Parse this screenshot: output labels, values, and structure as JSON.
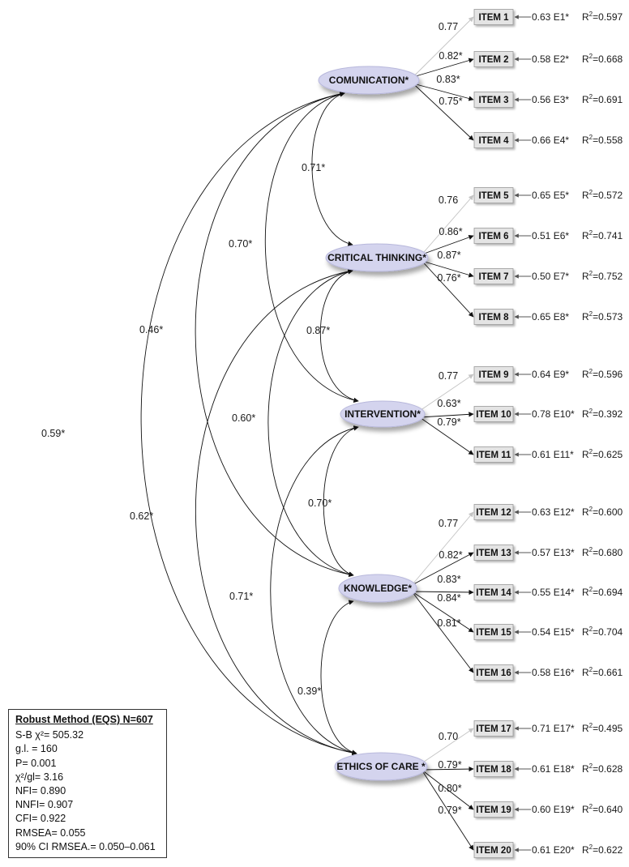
{
  "latents": [
    {
      "name": "COMUNICATION*"
    },
    {
      "name": "CRITICAL THINKING*"
    },
    {
      "name": "INTERVENTION*"
    },
    {
      "name": "KNOWLEDGE*"
    },
    {
      "name": "ETHICS OF CARE *"
    }
  ],
  "items": [
    {
      "label": "ITEM 1",
      "factor": 0,
      "loading": "0.77",
      "error": "0.63 E1*",
      "r2": "0.597",
      "fixed": true
    },
    {
      "label": "ITEM 2",
      "factor": 0,
      "loading": "0.82*",
      "error": "0.58 E2*",
      "r2": "0.668",
      "fixed": false
    },
    {
      "label": "ITEM 3",
      "factor": 0,
      "loading": "0.83*",
      "error": "0.56 E3*",
      "r2": "0.691",
      "fixed": false
    },
    {
      "label": "ITEM 4",
      "factor": 0,
      "loading": "0.75*",
      "error": "0.66 E4*",
      "r2": "0.558",
      "fixed": false
    },
    {
      "label": "ITEM 5",
      "factor": 1,
      "loading": "0.76",
      "error": "0.65 E5*",
      "r2": "0.572",
      "fixed": true
    },
    {
      "label": "ITEM 6",
      "factor": 1,
      "loading": "0.86*",
      "error": "0.51 E6*",
      "r2": "0.741",
      "fixed": false
    },
    {
      "label": "ITEM 7",
      "factor": 1,
      "loading": "0.87*",
      "error": "0.50 E7*",
      "r2": "0.752",
      "fixed": false
    },
    {
      "label": "ITEM 8",
      "factor": 1,
      "loading": "0.76*",
      "error": "0.65 E8*",
      "r2": "0.573",
      "fixed": false
    },
    {
      "label": "ITEM 9",
      "factor": 2,
      "loading": "0.77",
      "error": "0.64 E9*",
      "r2": "0.596",
      "fixed": true
    },
    {
      "label": "ITEM 10",
      "factor": 2,
      "loading": "0.63*",
      "error": "0.78 E10*",
      "r2": "0.392",
      "fixed": false
    },
    {
      "label": "ITEM 11",
      "factor": 2,
      "loading": "0.79*",
      "error": "0.61 E11*",
      "r2": "0.625",
      "fixed": false
    },
    {
      "label": "ITEM 12",
      "factor": 3,
      "loading": "0.77",
      "error": "0.63 E12*",
      "r2": "0.600",
      "fixed": true
    },
    {
      "label": "ITEM 13",
      "factor": 3,
      "loading": "0.82*",
      "error": "0.57 E13*",
      "r2": "0.680",
      "fixed": false
    },
    {
      "label": "ITEM 14",
      "factor": 3,
      "loading": "0.83*",
      "error": "0.55 E14*",
      "r2": "0.694",
      "fixed": false
    },
    {
      "label": "ITEM 15",
      "factor": 3,
      "loading": "0.84*",
      "error": "0.54 E15*",
      "r2": "0.704",
      "fixed": false
    },
    {
      "label": "ITEM 16",
      "factor": 3,
      "loading": "0.81*",
      "error": "0.58 E16*",
      "r2": "0.661",
      "fixed": false
    },
    {
      "label": "ITEM 17",
      "factor": 4,
      "loading": "0.70",
      "error": "0.71 E17*",
      "r2": "0.495",
      "fixed": true
    },
    {
      "label": "ITEM 18",
      "factor": 4,
      "loading": "0.79*",
      "error": "0.61 E18*",
      "r2": "0.628",
      "fixed": false
    },
    {
      "label": "ITEM 19",
      "factor": 4,
      "loading": "0.80*",
      "error": "0.60 E19*",
      "r2": "0.640",
      "fixed": false
    },
    {
      "label": "ITEM 20",
      "factor": 4,
      "loading": "0.79*",
      "error": "0.61 E20*",
      "r2": "0.622",
      "fixed": false
    }
  ],
  "r2_prefix": "R",
  "r2_sup": "2",
  "r2_eq": "=",
  "correlations": [
    {
      "from": 0,
      "to": 1,
      "value": "0.71*"
    },
    {
      "from": 0,
      "to": 2,
      "value": "0.70*"
    },
    {
      "from": 0,
      "to": 3,
      "value": "0.46*"
    },
    {
      "from": 0,
      "to": 4,
      "value": "0.59*"
    },
    {
      "from": 1,
      "to": 2,
      "value": "0.87*"
    },
    {
      "from": 1,
      "to": 3,
      "value": "0.60*"
    },
    {
      "from": 1,
      "to": 4,
      "value": "0.62*"
    },
    {
      "from": 2,
      "to": 3,
      "value": "0.70*"
    },
    {
      "from": 2,
      "to": 4,
      "value": "0.71*"
    },
    {
      "from": 3,
      "to": 4,
      "value": "0.39*"
    }
  ],
  "fit": {
    "title": "Robust Method (EQS) N=607",
    "chi2": "S-B χ²= 505.32",
    "gl": "g.l. = 160",
    "p": "P= 0.001",
    "chi2gl": "χ²/gl= 3.16",
    "nfi": "NFI= 0.890",
    "nnfi": "NNFI= 0.907",
    "cfi": "CFI= 0.922",
    "rmsea": "RMSEA= 0.055",
    "ci": "90% CI RMSEA.= 0.050–0.061"
  },
  "colors": {
    "latent_fill": "#d4d4ee",
    "latent_stroke": "#b8b8dc",
    "item_fill": "#e4e4e4",
    "item_stroke": "#9a9a9a",
    "fixed_arrow": "#c4c4c4",
    "arrow": "#111111",
    "error_arrow": "#555555"
  }
}
